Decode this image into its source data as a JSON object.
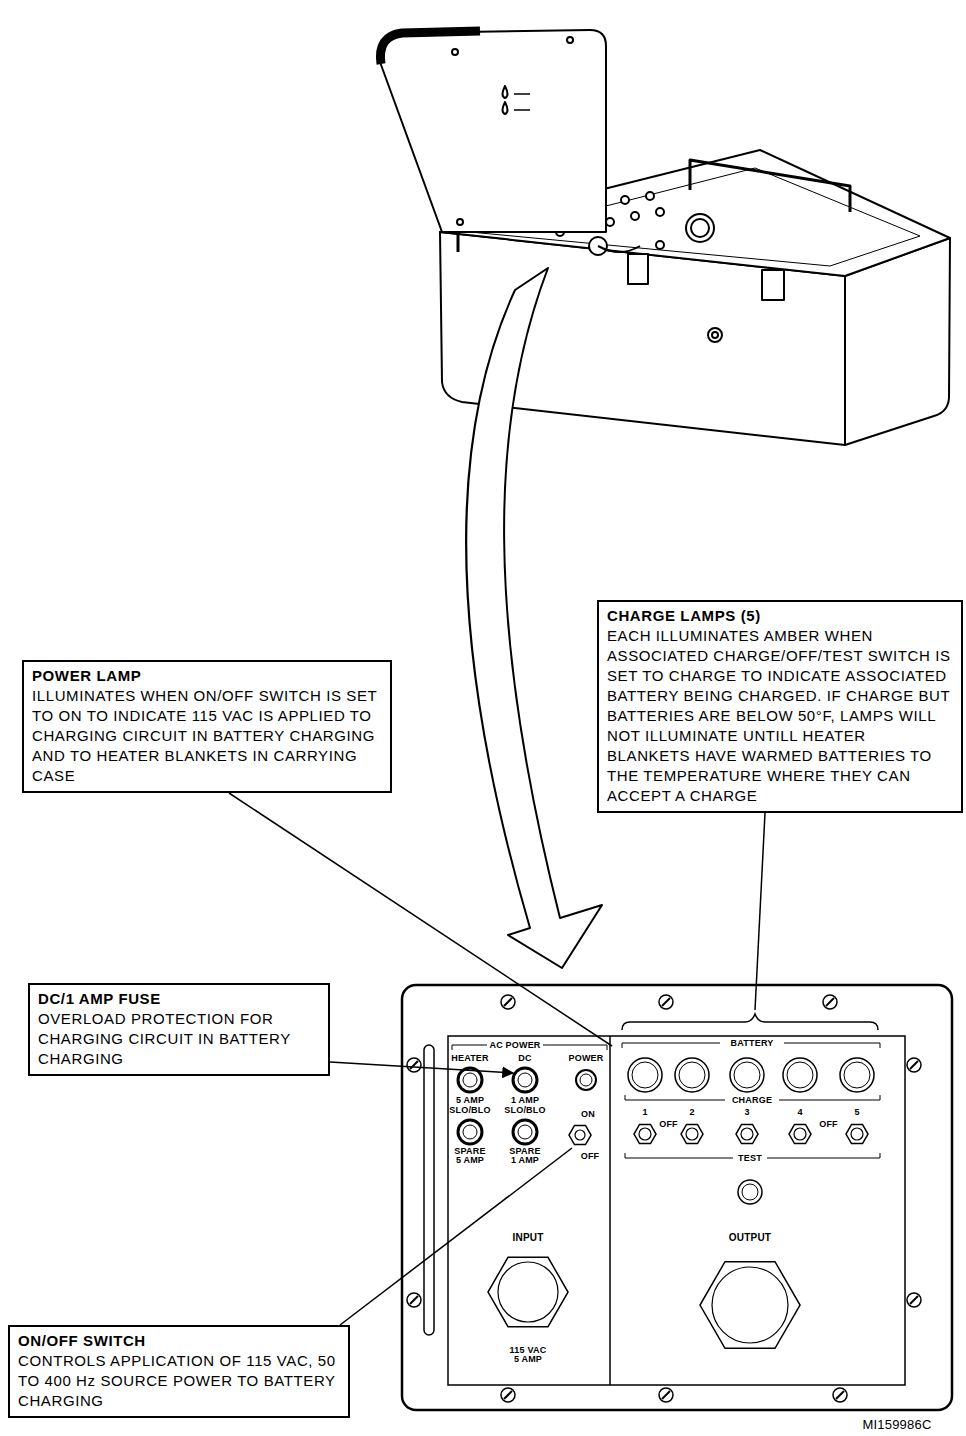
{
  "diagram": {
    "nodes": [
      {
        "text": [
          "CHARGE LAMPS (5)",
          "EACH ILLUMINATES AMBER WHEN ASSOCIATED CHARGE/OFF/TEST SWITCH IS SET TO CHARGE TO INDICATE ASSOCIATED BATTERY BEING CHARGED. IF CHARGE BUT BATTERIES ARE BELOW 50°F, LAMPS WILL NOT ILLUMINATE UNTILL HEATER BLANKETS HAVE WARMED BATTERIES TO THE TEMPERATURE WHERE THEY CAN ACCEPT A CHARGE"
        ]
      },
      {
        "text": [
          "POWER LAMP",
          "ILLUMINATES WHEN ON/OFF SWITCH IS SET TO ON TO INDICATE 115 VAC IS APPLIED TO CHARGING CIRCUIT IN BATTERY CHARGING AND TO HEATER BLANKETS IN CARRYING CASE"
        ]
      },
      {
        "text": [
          "DC/1 AMP FUSE",
          "OVERLOAD PROTECTION FOR CHARGING CIRCUIT IN BATTERY CHARGING"
        ]
      },
      {
        "text": [
          "ON/OFF SWITCH",
          "CONTROLS APPLICATION OF 115 VAC, 50 TO 400 Hz SOURCE POWER TO BATTERY CHARGING"
        ]
      }
    ],
    "labels": [
      "AC POWER",
      "HEATER",
      "DC",
      "POWER",
      "5 AMP",
      "1 AMP",
      "SLO/BLO",
      "SLO/BLO",
      "ON",
      "SPARE 5 AMP",
      "SPARE 1 AMP",
      "OFF",
      "INPUT",
      "115 VAC 5 AMP",
      "BATTERY",
      "CHARGE",
      "1",
      "2",
      "3",
      "4",
      "5",
      "OFF",
      "OFF",
      "TEST",
      "OUTPUT",
      "MI159986C"
    ]
  }
}
